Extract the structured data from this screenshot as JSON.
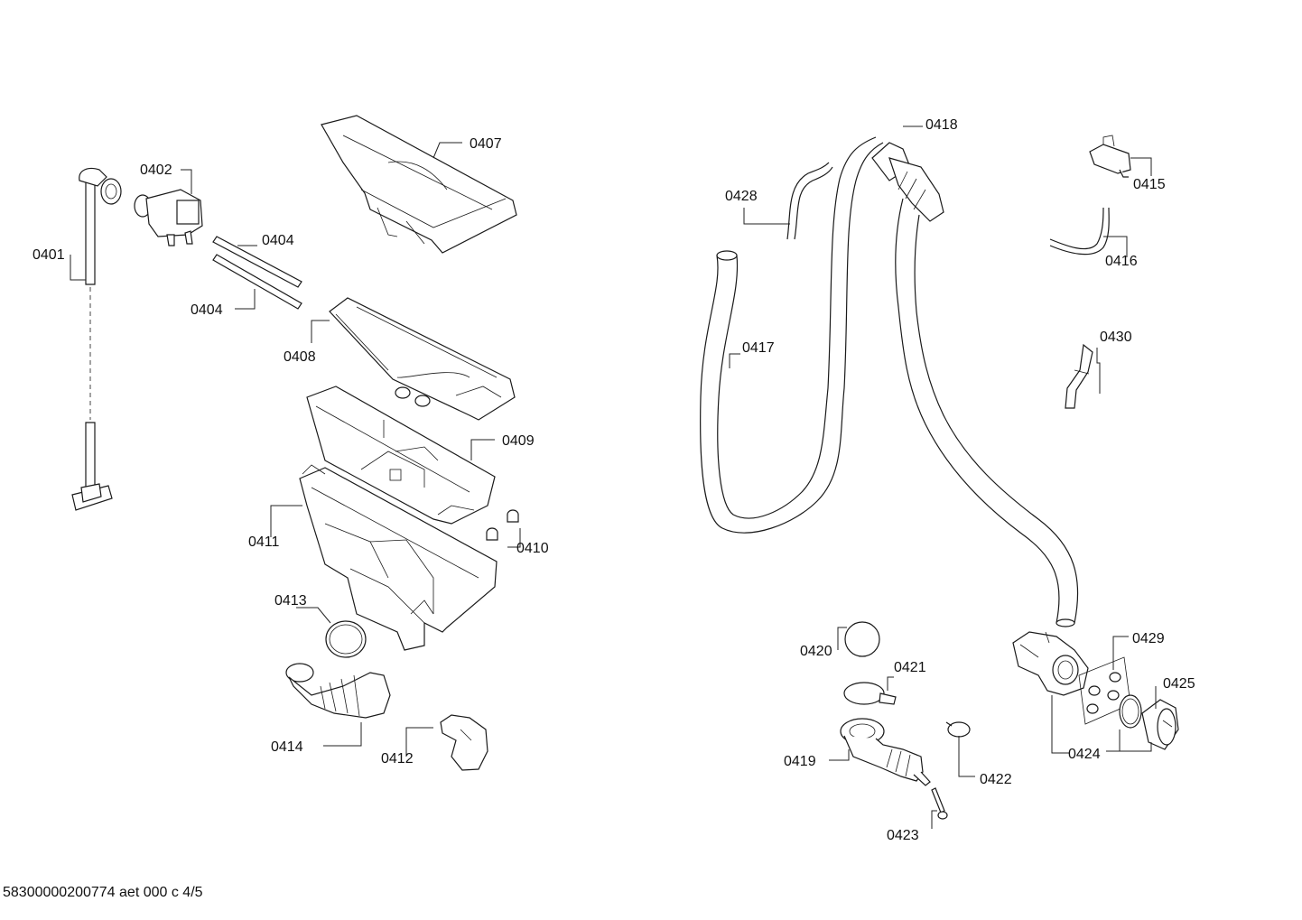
{
  "footer": {
    "code": "58300000200774 aet 000 c 4/5"
  },
  "labels": {
    "p0401": "0401",
    "p0402": "0402",
    "p0404a": "0404",
    "p0404b": "0404",
    "p0407": "0407",
    "p0408": "0408",
    "p0409": "0409",
    "p0410": "0410",
    "p0411": "0411",
    "p0412": "0412",
    "p0413": "0413",
    "p0414": "0414",
    "p0415": "0415",
    "p0416": "0416",
    "p0417": "0417",
    "p0418": "0418",
    "p0419": "0419",
    "p0420": "0420",
    "p0421": "0421",
    "p0422": "0422",
    "p0423": "0423",
    "p0424": "0424",
    "p0425": "0425",
    "p0428": "0428",
    "p0429": "0429",
    "p0430": "0430"
  }
}
